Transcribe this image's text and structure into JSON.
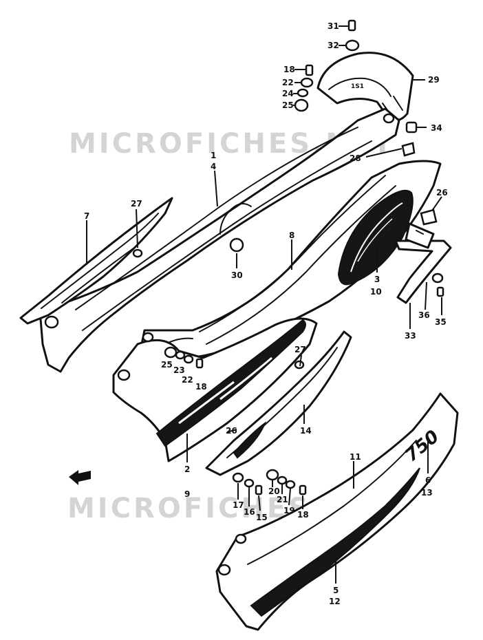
{
  "watermark": {
    "text": "MICROFICHES.NET",
    "color": "#d4d4d4"
  },
  "colors": {
    "line": "#111111",
    "background": "#ffffff"
  },
  "front_arrow_icon": "arrow-left-icon",
  "callouts": {
    "c31": "31",
    "c32": "32",
    "c18a": "18",
    "c22a": "22",
    "c24": "24",
    "c25a": "25",
    "c29": "29",
    "c34": "34",
    "c28": "28",
    "c1": "1",
    "c4": "4",
    "c7": "7",
    "c27a": "27",
    "c26a": "26",
    "c8": "8",
    "c30": "30",
    "c3": "3",
    "c10": "10",
    "c36": "36",
    "c35": "35",
    "c33": "33",
    "c25b": "25",
    "c23": "23",
    "c22b": "22",
    "c18b": "18",
    "c27b": "27",
    "c26b": "26",
    "c14": "14",
    "c2": "2",
    "c9": "9",
    "c17": "17",
    "c16": "16",
    "c15": "15",
    "c20": "20",
    "c21": "21",
    "c19": "19",
    "c18c": "18",
    "c11": "11",
    "c6": "6",
    "c13": "13",
    "c5": "5",
    "c12": "12"
  }
}
